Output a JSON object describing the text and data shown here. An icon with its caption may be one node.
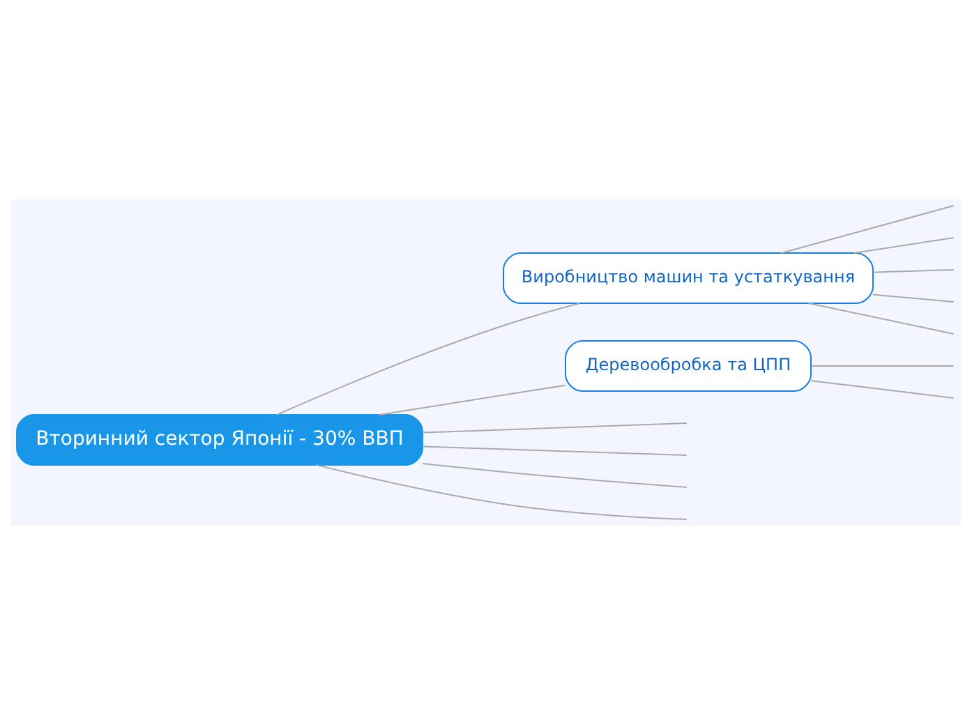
{
  "diagram": {
    "nodes": [
      {
        "text": [
          "Вторинний сектор Японії - 30% ВВП"
        ]
      },
      {
        "text": [
          "Виробництво машин та устаткування"
        ]
      },
      {
        "text": [
          "Деревообробка та ЦПП"
        ]
      }
    ],
    "edges": [
      {
        "from": 0,
        "to": 1,
        "arrow": "none"
      },
      {
        "from": 0,
        "to": 2,
        "arrow": "none"
      },
      {
        "from": 0,
        "to": null,
        "arrow": "none"
      },
      {
        "from": 0,
        "to": null,
        "arrow": "none"
      },
      {
        "from": 0,
        "to": null,
        "arrow": "none"
      },
      {
        "from": 0,
        "to": null,
        "arrow": "none"
      },
      {
        "from": 1,
        "to": null,
        "arrow": "none"
      },
      {
        "from": 1,
        "to": null,
        "arrow": "none"
      },
      {
        "from": 1,
        "to": null,
        "arrow": "none"
      },
      {
        "from": 1,
        "to": null,
        "arrow": "none"
      },
      {
        "from": 1,
        "to": null,
        "arrow": "none"
      },
      {
        "from": 2,
        "to": null,
        "arrow": "none"
      },
      {
        "from": 2,
        "to": null,
        "arrow": "none"
      }
    ]
  }
}
